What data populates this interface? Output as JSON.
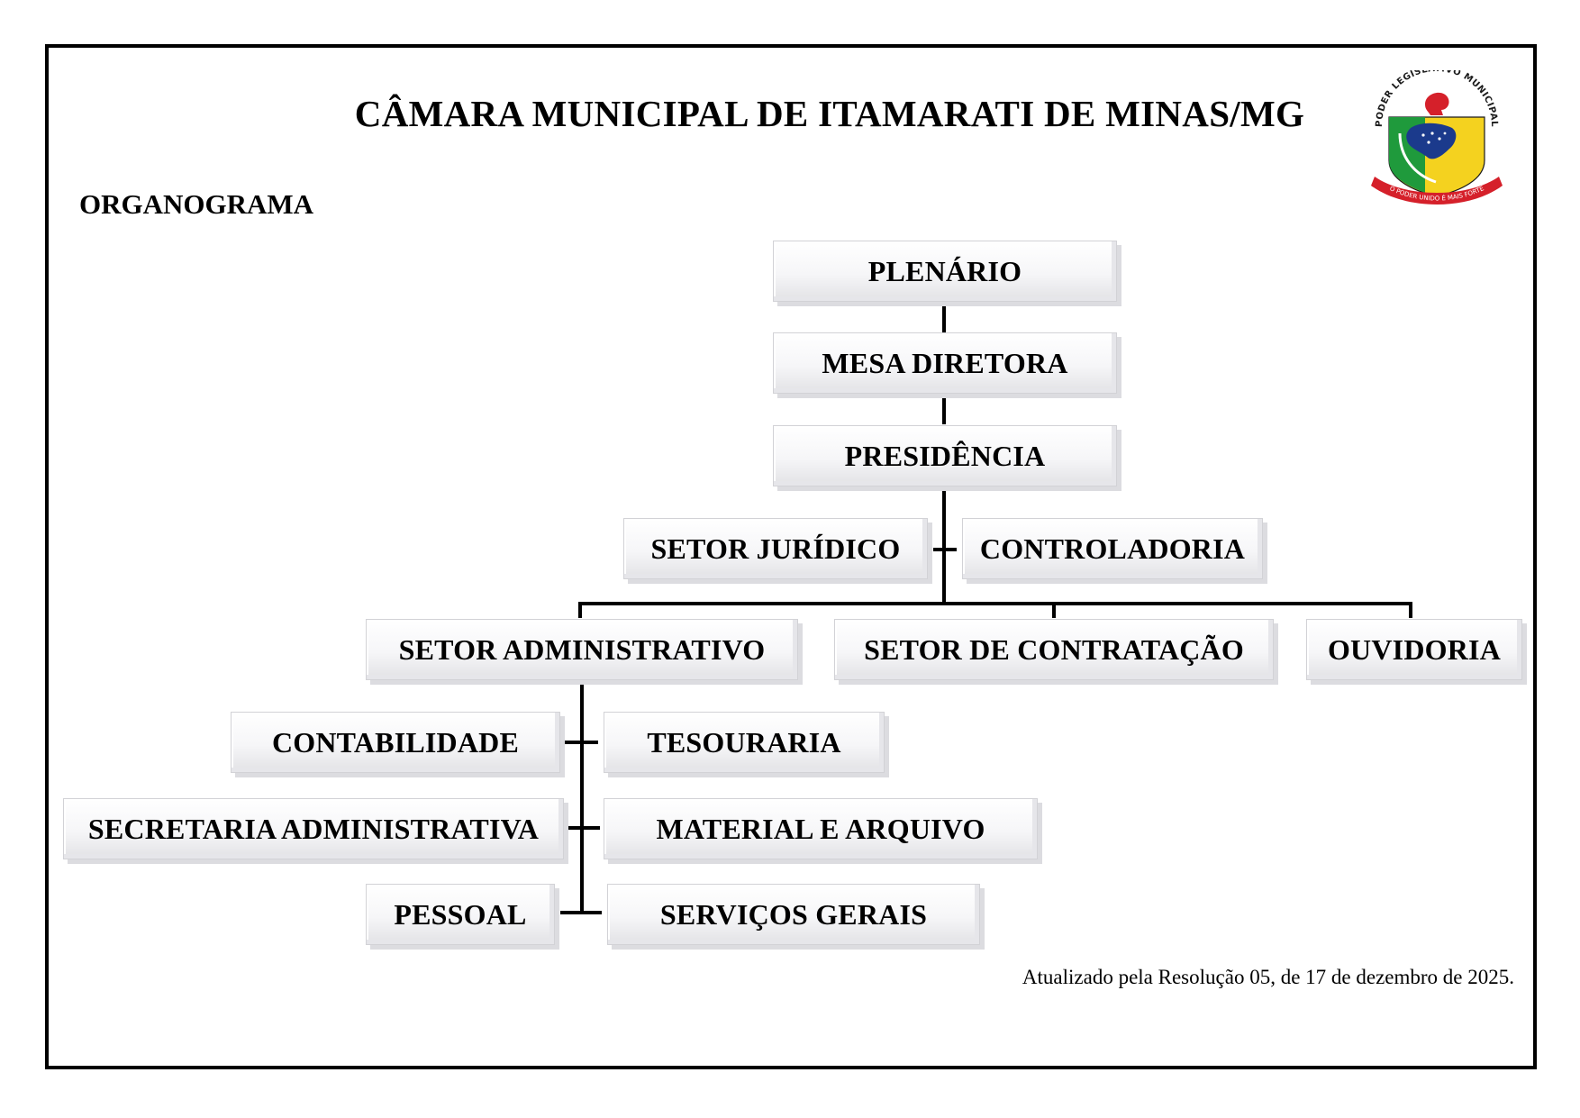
{
  "header": {
    "title": "CÂMARA MUNICIPAL DE ITAMARATI DE MINAS/MG",
    "subtitle": "ORGANOGRAMA"
  },
  "logo": {
    "top_text": "PODER LEGISLATIVO MUNICIPAL",
    "ribbon_text": "O PODER UNIDO É MAIS FORTE",
    "colors": {
      "green": "#1f9a3c",
      "yellow": "#f4d21f",
      "blue": "#1b3a8c",
      "red": "#d5202a"
    }
  },
  "org": {
    "plenario": "PLENÁRIO",
    "mesa_diretora": "MESA DIRETORA",
    "presidencia": "PRESIDÊNCIA",
    "setor_juridico": "SETOR JURÍDICO",
    "controladoria": "CONTROLADORIA",
    "setor_administrativo": "SETOR ADMINISTRATIVO",
    "setor_contratacao": "SETOR DE CONTRATAÇÃO",
    "ouvidoria": "OUVIDORIA",
    "contabilidade": "CONTABILIDADE",
    "tesouraria": "TESOURARIA",
    "secretaria_administrativa": "SECRETARIA ADMINISTRATIVA",
    "material_arquivo": "MATERIAL E ARQUIVO",
    "pessoal": "PESSOAL",
    "servicos_gerais": "SERVIÇOS GERAIS"
  },
  "footnote": "Atualizado pela Resolução 05, de 17 de dezembro de 2025."
}
